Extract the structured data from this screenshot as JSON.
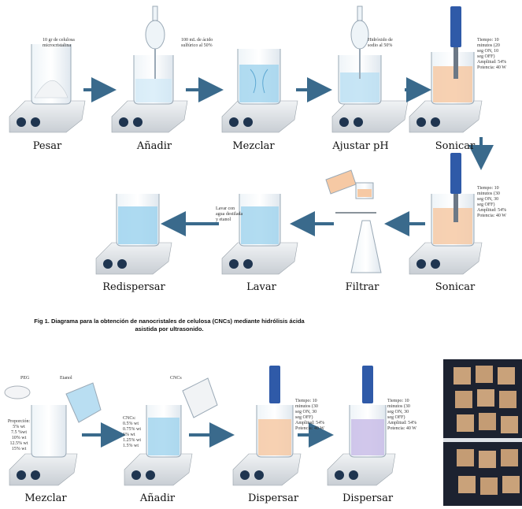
{
  "figure1": {
    "caption": "Fig 1. Diagrama para la obtención de nanocristales de celulosa (CNCs) mediante hidrólisis ácida asistida por ultrasonido.",
    "steps": [
      {
        "label": "Pesar",
        "note": "10 gr de celulosa\nmicrocristalina"
      },
      {
        "label": "Añadir",
        "note": "100 mL de ácido\nsulfúrico al 50%"
      },
      {
        "label": "Mezclar",
        "note": ""
      },
      {
        "label": "Ajustar pH",
        "note": "Hidróxido de\nsodio al 50%"
      },
      {
        "label": "Sonicar",
        "note": "Tiempo: 10\nminutos (20\nseg ON, 10\nseg OFF)\nAmplitud: 54%\nPotencia: 40 W"
      },
      {
        "label": "Sonicar",
        "note": "Tiempo: 10\nminutos (30\nseg ON, 30\nseg OFF)\nAmplitud: 54%\nPotencia: 40 W"
      },
      {
        "label": "Filtrar",
        "note": ""
      },
      {
        "label": "Lavar",
        "note": "Lavar con\nagua destilada\ny etanol"
      },
      {
        "label": "Redispersar",
        "note": ""
      }
    ]
  },
  "figure2": {
    "peg_label": "PEG",
    "etanol_label": "Etanol",
    "cncs_label": "CNCs",
    "mix_note": "Proporción:\n5% wt\n7.5 %wt\n10% wt\n12.5% wt\n15% wt",
    "add_note": "CNCs:\n0.5% wt\n0.75% wt\n1% wt\n1.25% wt\n1.5% wt",
    "steps": [
      {
        "label": "Mezclar"
      },
      {
        "label": "Añadir"
      },
      {
        "label": "Dispersar",
        "note": "Tiempo: 10\nminutos (30\nseg ON, 30\nseg OFF)\nAmplitud: 54%\nPotencia: 40 W"
      },
      {
        "label": "Dispersar",
        "note": "Tiempo: 10\nminutos (30\nseg ON, 30\nseg OFF)\nAmplitud: 54%\nPotencia: 40 W"
      }
    ]
  },
  "colors": {
    "arrow": "#3a6a8c",
    "plate": "#e6e9ec",
    "knob": "#1f3550",
    "water": "#9fd3ee",
    "orange_liquid": "#f6c9a4",
    "lavender_liquid": "#c9bde8",
    "probe": "#2f5aa8"
  }
}
